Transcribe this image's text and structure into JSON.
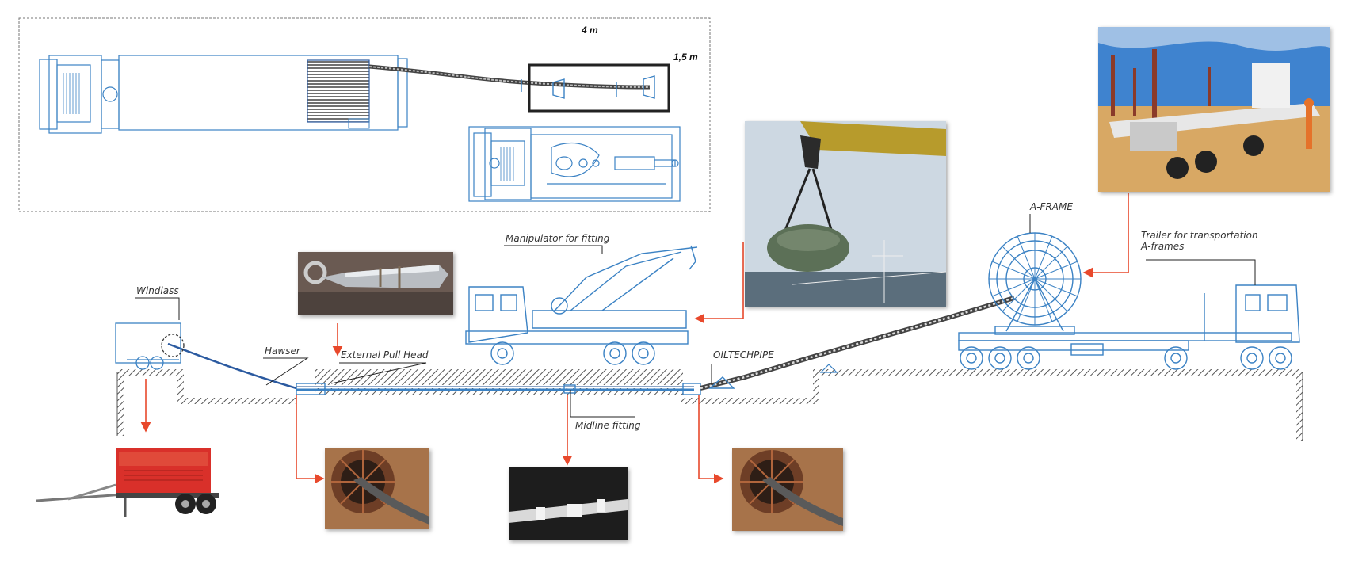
{
  "colors": {
    "line_blue": "#3b82c4",
    "line_dark": "#2b5aa0",
    "arrow_red": "#e8492c",
    "ground_hatch": "#555555",
    "generator_red": "#d9302a"
  },
  "plan_view": {
    "dim_length": "4 m",
    "dim_width": "1,5 m"
  },
  "labels": {
    "windlass": "Windlass",
    "hawser": "Hawser",
    "external_pull_head": "External Pull Head",
    "manipulator": "Manipulator for fitting",
    "oiltechpipe": "OILTECHPIPE",
    "midline_fitting": "Midline fitting",
    "a_frame": "A-FRAME",
    "trailer_line1": "Trailer for transportation",
    "trailer_line2": "A-frames"
  },
  "icons": [
    "windlass-generator-icon",
    "pull-head-photo-icon",
    "crane-photo-icon",
    "trailer-photo-icon",
    "pipe-entry-photo-icon",
    "midline-photo-icon",
    "pipe-exit-photo-icon"
  ]
}
